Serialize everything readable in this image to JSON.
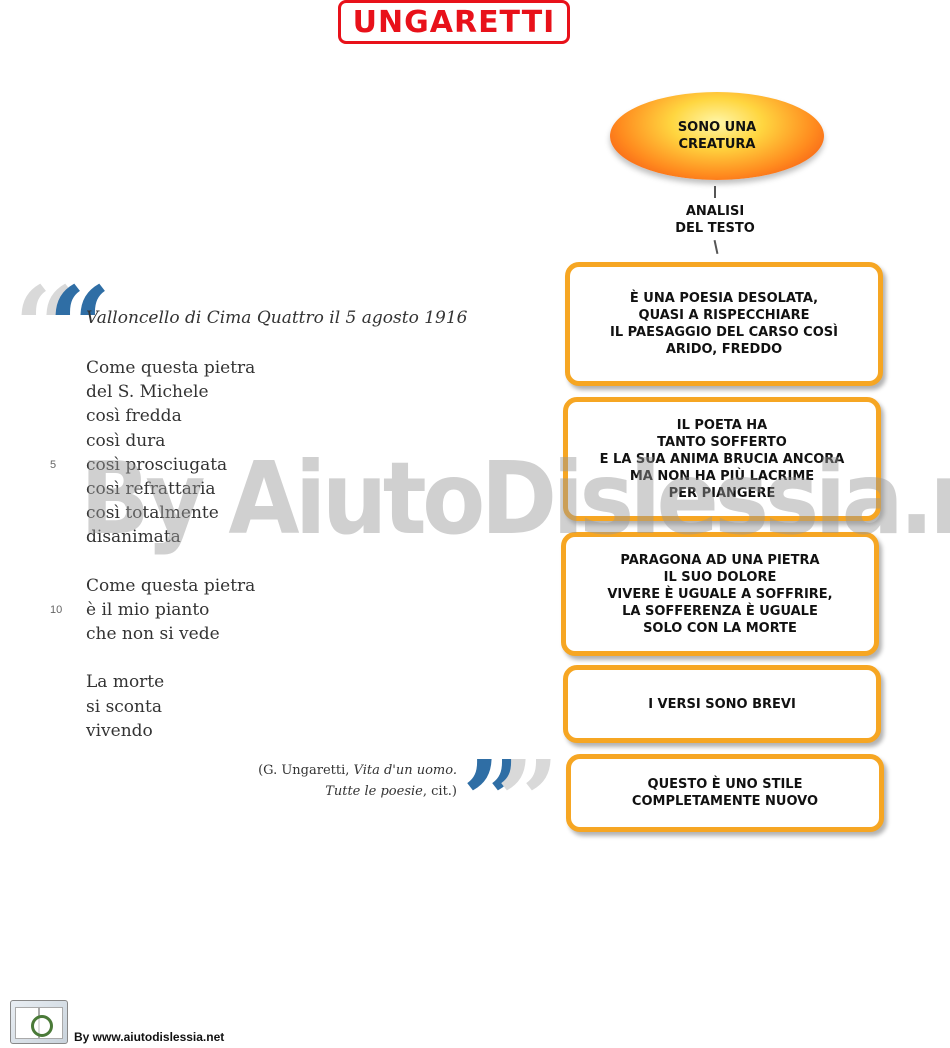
{
  "title": "UNGARETTI",
  "map": {
    "root": "SONO UNA\nCREATURA",
    "link_label": "ANALISI\nDEL TESTO",
    "boxes": [
      "È UNA POESIA DESOLATA,\nQUASI A RISPECCHIARE\nIL PAESAGGIO DEL CARSO COSÌ\nARIDO, FREDDO",
      "IL POETA HA\nTANTO SOFFERTO\nE LA SUA ANIMA BRUCIA ANCORA\nMA NON HA PIÙ LACRIME\nPER PIANGERE",
      "PARAGONA AD UNA PIETRA\nIL SUO DOLORE\nVIVERE È UGUALE A SOFFRIRE,\nLA SOFFERENZA È UGUALE\nSOLO CON LA MORTE",
      "I VERSI SONO BREVI",
      "QUESTO È UNO STILE\nCOMPLETAMENTE NUOVO"
    ],
    "colors": {
      "box_border": "#f6a623",
      "title_red": "#e8111a"
    }
  },
  "poem": {
    "dateline": "Valloncello di Cima Quattro il 5 agosto 1916",
    "stanza1": [
      "Come questa pietra",
      "del S. Michele",
      "così fredda",
      "così dura",
      "così prosciugata",
      "così refrattaria",
      "così totalmente",
      "disanimata"
    ],
    "stanza2": [
      "Come questa pietra",
      "è il mio pianto",
      "che non si vede"
    ],
    "stanza3": [
      "La morte",
      "si sconta",
      "vivendo"
    ],
    "line_numbers": [
      "5",
      "10"
    ],
    "citation": {
      "author": "(G. Ungaretti, ",
      "work": "Vita d'un uomo.",
      "collection": "Tutte le poesie",
      "suffix": ", cit.)"
    }
  },
  "watermark": "By AiutoDislessia.net",
  "footer": {
    "text": "By www.aiutodislessia.net"
  }
}
